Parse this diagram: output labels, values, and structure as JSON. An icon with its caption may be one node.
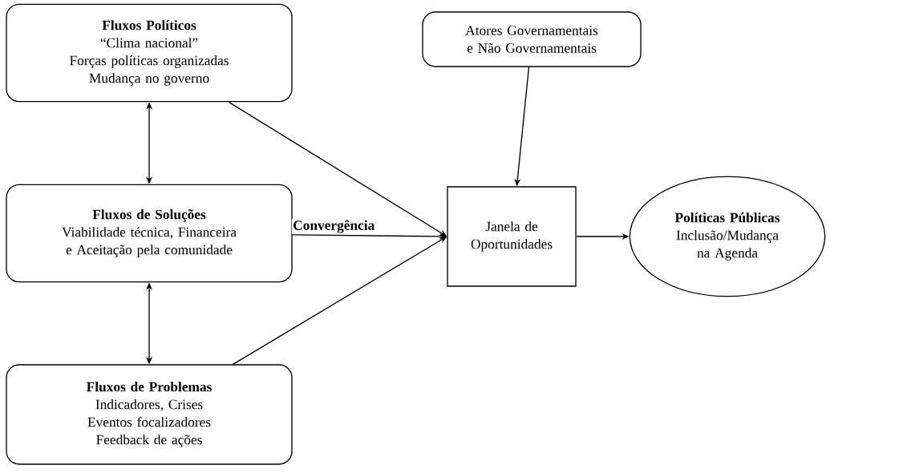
{
  "diagram": {
    "nodes": [
      {
        "text": [
          "Fluxos Políticos",
          "“Clima nacional”",
          "Forças políticas organizadas",
          "Mudança no governo"
        ]
      },
      {
        "text": [
          "Fluxos de Soluções",
          "Viabilidade técnica, Financeira e Aceitação pela comunidade"
        ]
      },
      {
        "text": [
          "Fluxos de Problemas",
          "Indicadores, Crises",
          "Eventos focalizadores",
          "Feedback de ações"
        ]
      },
      {
        "text": [
          "Atores Governamentais e Não Governamentais"
        ]
      },
      {
        "text": [
          "Janela de Oportunidades"
        ]
      },
      {
        "text": [
          "Políticas Públicas",
          "Inclusão/Mudança na Agenda"
        ]
      }
    ],
    "edges": [
      {
        "from": 0,
        "to": 4,
        "arrow": "to"
      },
      {
        "from": 1,
        "to": 4,
        "arrow": "to",
        "label": "Convergência"
      },
      {
        "from": 2,
        "to": 4,
        "arrow": "to"
      },
      {
        "from": 3,
        "to": 4,
        "arrow": "to"
      },
      {
        "from": 4,
        "to": 5,
        "arrow": "to"
      },
      {
        "from": 0,
        "to": 1,
        "arrow": "both"
      },
      {
        "from": 1,
        "to": 2,
        "arrow": "both"
      }
    ]
  }
}
